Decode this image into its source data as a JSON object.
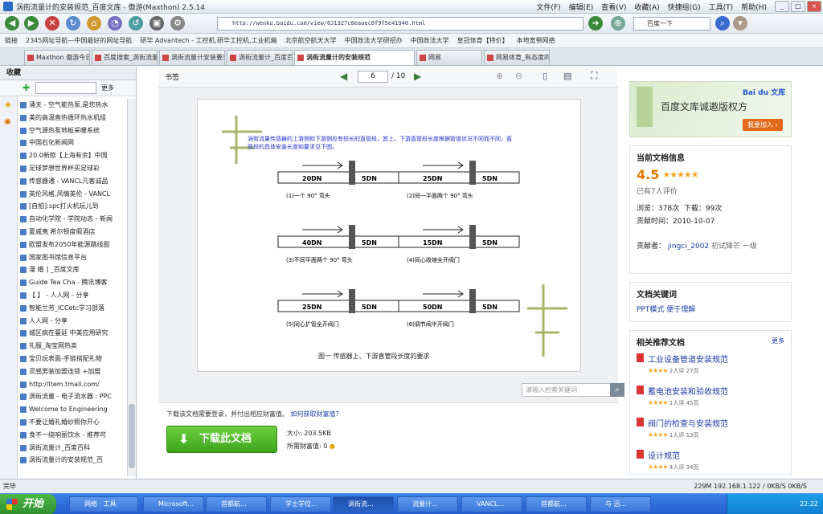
{
  "window": {
    "title": "涡街流量计的安装规范_百度文库 - 傲游(Maxthon) 2.5.14"
  },
  "menu": [
    "文件(F)",
    "编辑(E)",
    "查看(V)",
    "收藏(A)",
    "快捷组(G)",
    "工具(T)",
    "帮助(H)"
  ],
  "toolbar": {
    "address": "http://wenku.baidu.com/view/0J1327c8eaaec0f9f5e41940.html",
    "search_placeholder": "百度一下"
  },
  "bookmarks": [
    "链接",
    "2345网址导航—中国最好的网址导航",
    "研华 Advantech - 工控机,研华工控机,工业机箱",
    "北京航空航天大学",
    "中国政法大学研招办",
    "中国政法大学",
    "皇冠体育【特价】",
    "本地宽带网络"
  ],
  "tabs": [
    "Maxthon 傲游今日",
    "百度搜索_涡街流量计安装规范",
    "涡街流量计安装要求_技术文章",
    "涡街流量计_百度百科",
    "涡街流量计的安装规范",
    "网易",
    "网易体育_有态度的体育门户"
  ],
  "sidebar": {
    "title": "收藏",
    "more_label": "更多",
    "items": [
      "涌天 - 空气能热泵,是您热水",
      "美的高温直热循环热水机组",
      "空气源热泵地板采暖系统",
      "中国石化新闻网",
      "20.0新款【上海有余】中国",
      "足球梦想世界杯买足球彩",
      "传感器通 - VANCL凡客诚品",
      "英伦风格,风情英伦 - VANCL",
      "[自拍]:spc打火机玩儿到",
      "自动化学院 - 学院动态 - 新闻",
      "夏威夷 希尔顿度假酒店",
      "欧盟发布2050年能源路线图",
      "国家图书馆信息平台",
      "漫 婚 ] _百度文库",
      "Guide Tea Cha - 腾讯博客",
      "【 】 - 人人网 - 分享",
      "智能兰芳_ICCetc学习部落",
      "人人网 - 分享",
      "城区病在蔓延 中美应用研究",
      "礼服_淘宝网热卖",
      "宝贝玩表面-手链搭配礼物",
      "灵感男装加盟连锁 +加盟",
      "http://item.tmall.com/",
      "涡街流量 - 电子流水器 : PPC",
      "Welcome to Engineering",
      "不要让婚礼婚纱照你开心",
      "食不一绕响丽饮水 - 推荐可",
      "涡街流量计_百度百科",
      "涡街流量计的安装规范_百"
    ]
  },
  "doc": {
    "toolbar_label": "书签",
    "page_current": "6",
    "page_total": "/ 10",
    "heading": "涡街流量传感器的上游侧和下游侧应有较长的直管段，其上、下游直管段长度根据管道状况不同而不同，直管段的具体安装长度和要求见下图。",
    "panels": [
      {
        "len": "20DN",
        "small": "5DN",
        "caption": "(1)一个 90° 弯头"
      },
      {
        "len": "25DN",
        "small": "5DN",
        "caption": "(2)同一平面两个 90° 弯头"
      },
      {
        "len": "40DN",
        "small": "5DN",
        "caption": "(3)不同平面两个 90° 弯头"
      },
      {
        "len": "15DN",
        "small": "5DN",
        "caption": "(4)同心收缩全开阀门"
      },
      {
        "len": "25DN",
        "small": "5DN",
        "caption": "(5)同心扩管全开阀门"
      },
      {
        "len": "50DN",
        "small": "5DN",
        "caption": "(6)调节阀半开阀门"
      }
    ],
    "figure_caption": "图一     传感器上、下游直管段长度的要求",
    "search_placeholder": "请输入检索关键词"
  },
  "download": {
    "notice": "下载该文档需要登录，并付出相应财富值。",
    "notice_link": "如何获取财富值？",
    "button": "下载此文档",
    "size": "大小: 203.5KB",
    "wealth": "所需财富值: 0"
  },
  "right": {
    "banner_title": "百度文库诚邀版权方",
    "banner_logo": "Bai du 文库",
    "banner_btn": "我要加入 ›",
    "info_title": "当前文档信息",
    "rating": "4.5",
    "rating_count": "已有7人评价",
    "views": "浏览：378次",
    "downloads": "下载：99次",
    "upload_time": "贡献时间：2010-10-07",
    "contributor_label": "贡献者：",
    "contributor": "jingci_2002",
    "contributor_rank": "初试锋芒 一级",
    "keywords_title": "文档关键词",
    "keywords": [
      "PPT模式",
      "便于理解"
    ],
    "related_title": "相关推荐文档",
    "related_more": "更多",
    "related": [
      {
        "title": "工业设备管道安装规范",
        "meta": "2人评  27页"
      },
      {
        "title": "蓄电池安装和验收规范",
        "meta": "1人评  45页"
      },
      {
        "title": "阀门的检查与安装规范",
        "meta": "1人评  13页"
      },
      {
        "title": "设计规范",
        "meta": "4人评  34页"
      }
    ]
  },
  "status": {
    "left": "完毕",
    "right": "229M 192.168.1.122 / 0KB/S  0KB/S"
  },
  "taskbar": {
    "start": "开始",
    "items": [
      "网络 · 工具",
      "Microsoft...",
      "首都航...",
      "学士学位...",
      "涡街流...",
      "流量计...",
      "VANCL...",
      "首都航...",
      "与 迅..."
    ],
    "clock": "22:22"
  }
}
